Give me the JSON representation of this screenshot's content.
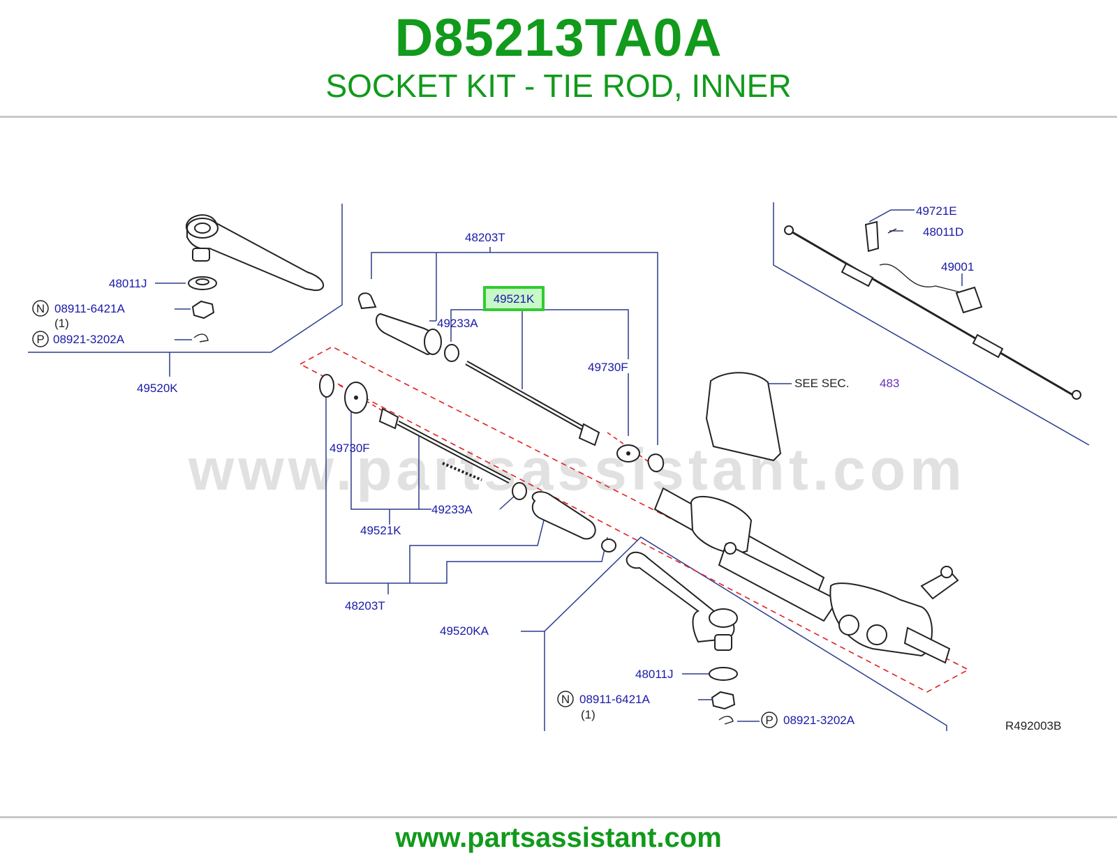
{
  "header": {
    "part_number": "D85213TA0A",
    "description": "SOCKET KIT - TIE ROD, INNER"
  },
  "footer": {
    "url": "www.partsassistant.com"
  },
  "diagram": {
    "watermark": "www.partsassistant.com",
    "drawing_code": "R492003B",
    "see_text": "SEE   SEC.",
    "see_section": "483",
    "highlight_label": "49521K",
    "labels": {
      "l_48011J_top": "48011J",
      "l_N_top_code": "08911-6421A",
      "l_N_top_qty": "(1)",
      "l_P_top_code": "08921-3202A",
      "l_49520K": "49520K",
      "l_48203T_top": "48203T",
      "l_49233A_top": "49233A",
      "l_49730F_top": "49730F",
      "l_49721E": "49721E",
      "l_48011D": "48011D",
      "l_49001": "49001",
      "l_49730F_low": "49730F",
      "l_49233A_low": "49233A",
      "l_49521K_low": "49521K",
      "l_48203T_low": "48203T",
      "l_49520KA": "49520KA",
      "l_48011J_low": "48011J",
      "l_N_low_code": "08911-6421A",
      "l_N_low_qty": "(1)",
      "l_P_low_code": "08921-3202A"
    },
    "badges": {
      "n": "N",
      "p": "P"
    }
  },
  "colors": {
    "title_green": "#119a1b",
    "label_blue": "#1919a8",
    "highlight_green": "#2fcc2f",
    "highlight_fill": "#c8f7c8",
    "dashed_red": "#e02020"
  }
}
